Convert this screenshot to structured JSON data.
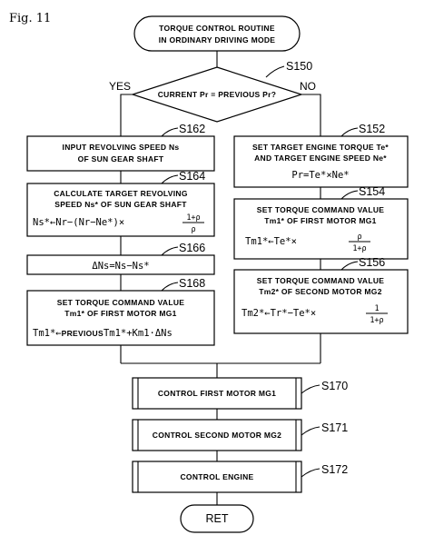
{
  "figure_label": "Fig. 11",
  "start": {
    "line1": "TORQUE CONTROL ROUTINE",
    "line2": "IN ORDINARY DRIVING MODE"
  },
  "decision": {
    "step": "S150",
    "text": "CURRENT Pr = PREVIOUS Pr?",
    "yes": "YES",
    "no": "NO"
  },
  "left": {
    "s162": {
      "step": "S162",
      "line1": "INPUT REVOLVING SPEED Ns",
      "line2": "OF SUN GEAR SHAFT"
    },
    "s164": {
      "step": "S164",
      "line1": "CALCULATE TARGET REVOLVING",
      "line2": "SPEED Ns* OF SUN GEAR SHAFT",
      "eq": "Ns*←Nr−(Nr−Ne*)×",
      "frac_num": "1+ρ",
      "frac_den": "ρ"
    },
    "s166": {
      "step": "S166",
      "eq": "ΔNs=Ns−Ns*"
    },
    "s168": {
      "step": "S168",
      "line1": "SET TORQUE COMMAND VALUE",
      "line2": "Tm1* OF FIRST MOTOR MG1",
      "eq_a": "Tm1*←",
      "eq_b": "PREVIOUS",
      "eq_c": "Tm1*+Km1·ΔNs"
    }
  },
  "right": {
    "s152": {
      "step": "S152",
      "line1": "SET TARGET ENGINE TORQUE Te*",
      "line2": "AND TARGET ENGINE SPEED Ne*",
      "eq": "Pr=Te*×Ne*"
    },
    "s154": {
      "step": "S154",
      "line1": "SET TORQUE COMMAND VALUE",
      "line2": "Tm1* OF FIRST MOTOR MG1",
      "eq": "Tm1*←Te*×",
      "frac_num": "ρ",
      "frac_den": "1+ρ"
    },
    "s156": {
      "step": "S156",
      "line1": "SET TORQUE COMMAND VALUE",
      "line2": "Tm2* OF SECOND MOTOR MG2",
      "eq": "Tm2*←Tr*−Te*×",
      "frac_num": "1",
      "frac_den": "1+ρ"
    }
  },
  "s170": {
    "step": "S170",
    "text": "CONTROL FIRST MOTOR MG1"
  },
  "s171": {
    "step": "S171",
    "text": "CONTROL SECOND MOTOR MG2"
  },
  "s172": {
    "step": "S172",
    "text": "CONTROL ENGINE"
  },
  "end": {
    "text": "RET"
  }
}
